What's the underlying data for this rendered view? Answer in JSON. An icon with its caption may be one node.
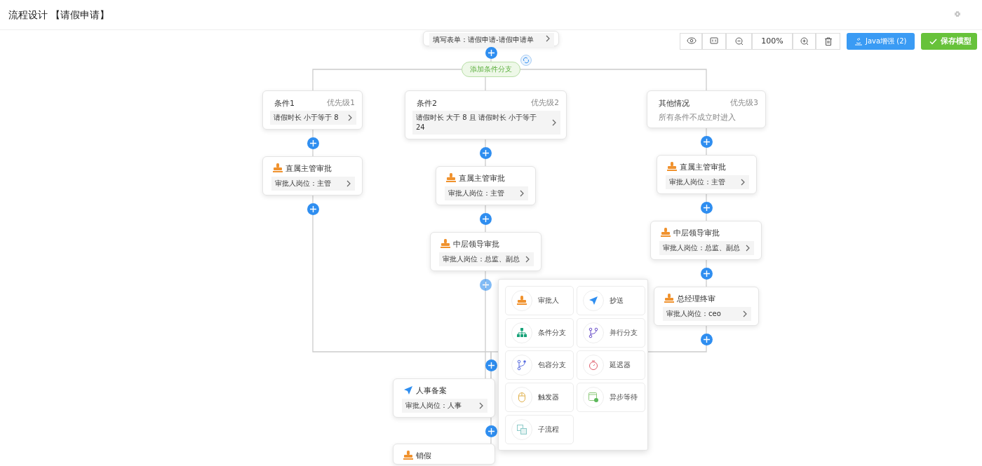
{
  "diagram": {
    "title": "流程设计 【请假申请】",
    "nodes": [
      {
        "text": [
          "填写表单：请假申请-请假申请单"
        ]
      },
      {
        "text": [
          "添加条件分支"
        ]
      },
      {
        "text": [
          "条件1",
          "优先级1",
          "请假时长 小于等于 8"
        ]
      },
      {
        "text": [
          "条件2",
          "优先级2",
          "请假时长 大于 8 且 请假时长 小于等于 24"
        ]
      },
      {
        "text": [
          "其他情况",
          "优先级3",
          "所有条件不成立时进入"
        ]
      },
      {
        "text": [
          "直属主管审批",
          "审批人岗位：主管"
        ]
      },
      {
        "text": [
          "直属主管审批",
          "审批人岗位：主管"
        ]
      },
      {
        "text": [
          "中层领导审批",
          "审批人岗位：总监、副总"
        ]
      },
      {
        "text": [
          "直属主管审批",
          "审批人岗位：主管"
        ]
      },
      {
        "text": [
          "中层领导审批",
          "审批人岗位：总监、副总"
        ]
      },
      {
        "text": [
          "总经理终审",
          "审批人岗位：ceo"
        ]
      },
      {
        "text": [
          "人事备案",
          "审批人岗位：人事"
        ]
      },
      {
        "text": [
          "销假"
        ]
      },
      {
        "text": [],
        "shape": "box"
      },
      {
        "text": [
          "审批人"
        ],
        "in": 13
      },
      {
        "text": [
          "抄送"
        ],
        "in": 13
      },
      {
        "text": [
          "条件分支"
        ],
        "in": 13
      },
      {
        "text": [
          "并行分支"
        ],
        "in": 13
      },
      {
        "text": [
          "包容分支"
        ],
        "in": 13
      },
      {
        "text": [
          "延迟器"
        ],
        "in": 13
      },
      {
        "text": [
          "触发器"
        ],
        "in": 13
      },
      {
        "text": [
          "异步等待"
        ],
        "in": 13
      },
      {
        "text": [
          "子流程"
        ],
        "in": 13
      }
    ],
    "edges": [
      {
        "from": 0,
        "to": 1,
        "arrow": "none"
      },
      {
        "from": 1,
        "to": 2,
        "arrow": "none"
      },
      {
        "from": 1,
        "to": 3,
        "arrow": "none"
      },
      {
        "from": 1,
        "to": 4,
        "arrow": "none"
      },
      {
        "from": 2,
        "to": 5,
        "arrow": "none"
      },
      {
        "from": 3,
        "to": 6,
        "arrow": "none"
      },
      {
        "from": 6,
        "to": 7,
        "arrow": "none"
      },
      {
        "from": 4,
        "to": 8,
        "arrow": "none"
      },
      {
        "from": 8,
        "to": 9,
        "arrow": "none"
      },
      {
        "from": 9,
        "to": 10,
        "arrow": "none"
      },
      {
        "from": 5,
        "to": 11,
        "arrow": "none"
      },
      {
        "from": 7,
        "to": 11,
        "arrow": "none"
      },
      {
        "from": 10,
        "to": 11,
        "arrow": "none"
      },
      {
        "from": 11,
        "to": 12,
        "arrow": "none"
      }
    ],
    "labels": [
      "100%",
      "Java增强 (2)",
      "保存模型"
    ]
  }
}
